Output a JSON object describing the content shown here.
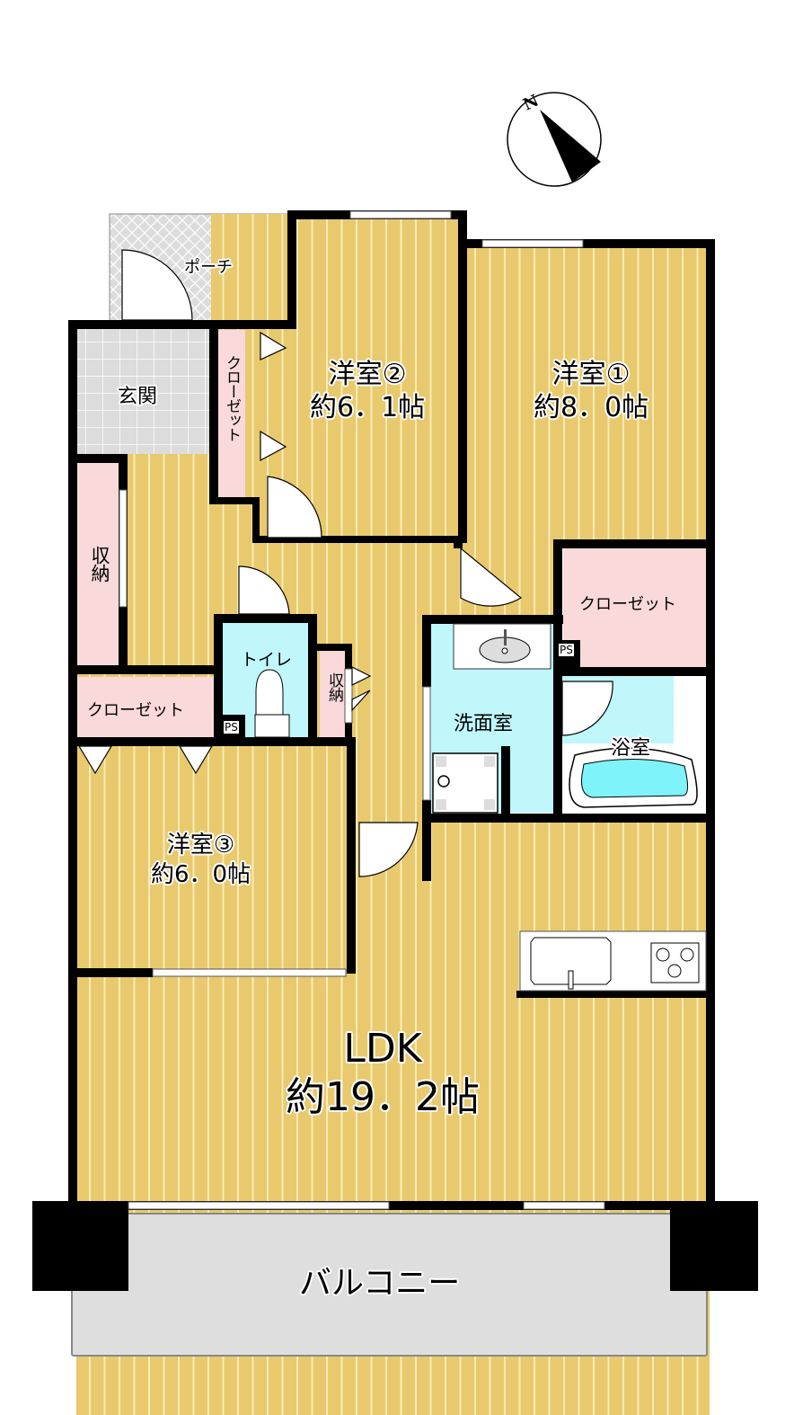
{
  "compass": {
    "label": "N"
  },
  "rooms": {
    "porch": {
      "name": "ポーチ"
    },
    "entrance": {
      "name": "玄関"
    },
    "closet_hall": {
      "name": "クローゼット"
    },
    "western_2": {
      "name": "洋室②",
      "size": "約6．1帖"
    },
    "western_1": {
      "name": "洋室①",
      "size": "約8．0帖"
    },
    "storage_left": {
      "name": "収納"
    },
    "toilet": {
      "name": "トイレ"
    },
    "storage_small": {
      "name": "収納"
    },
    "closet_left": {
      "name": "クローゼット"
    },
    "closet_right": {
      "name": "クローゼット"
    },
    "washroom": {
      "name": "洗面室"
    },
    "bathroom": {
      "name": "浴室"
    },
    "western_3": {
      "name": "洋室③",
      "size": "約6．0帖"
    },
    "ldk": {
      "name": "LDK",
      "size": "約19．2帖"
    },
    "balcony": {
      "name": "バルコニー"
    }
  },
  "ps_labels": [
    "PS",
    "PS"
  ],
  "colors": {
    "floor_wood": "#E8C96E",
    "floor_stripe": "#FBEBB4",
    "closet": "#F9D9D9",
    "wet_area": "#BFF7FB",
    "tile": "#DCDCDC",
    "balcony": "#DEDEDE",
    "wall": "#000000",
    "tub": "#7FF3FA"
  }
}
